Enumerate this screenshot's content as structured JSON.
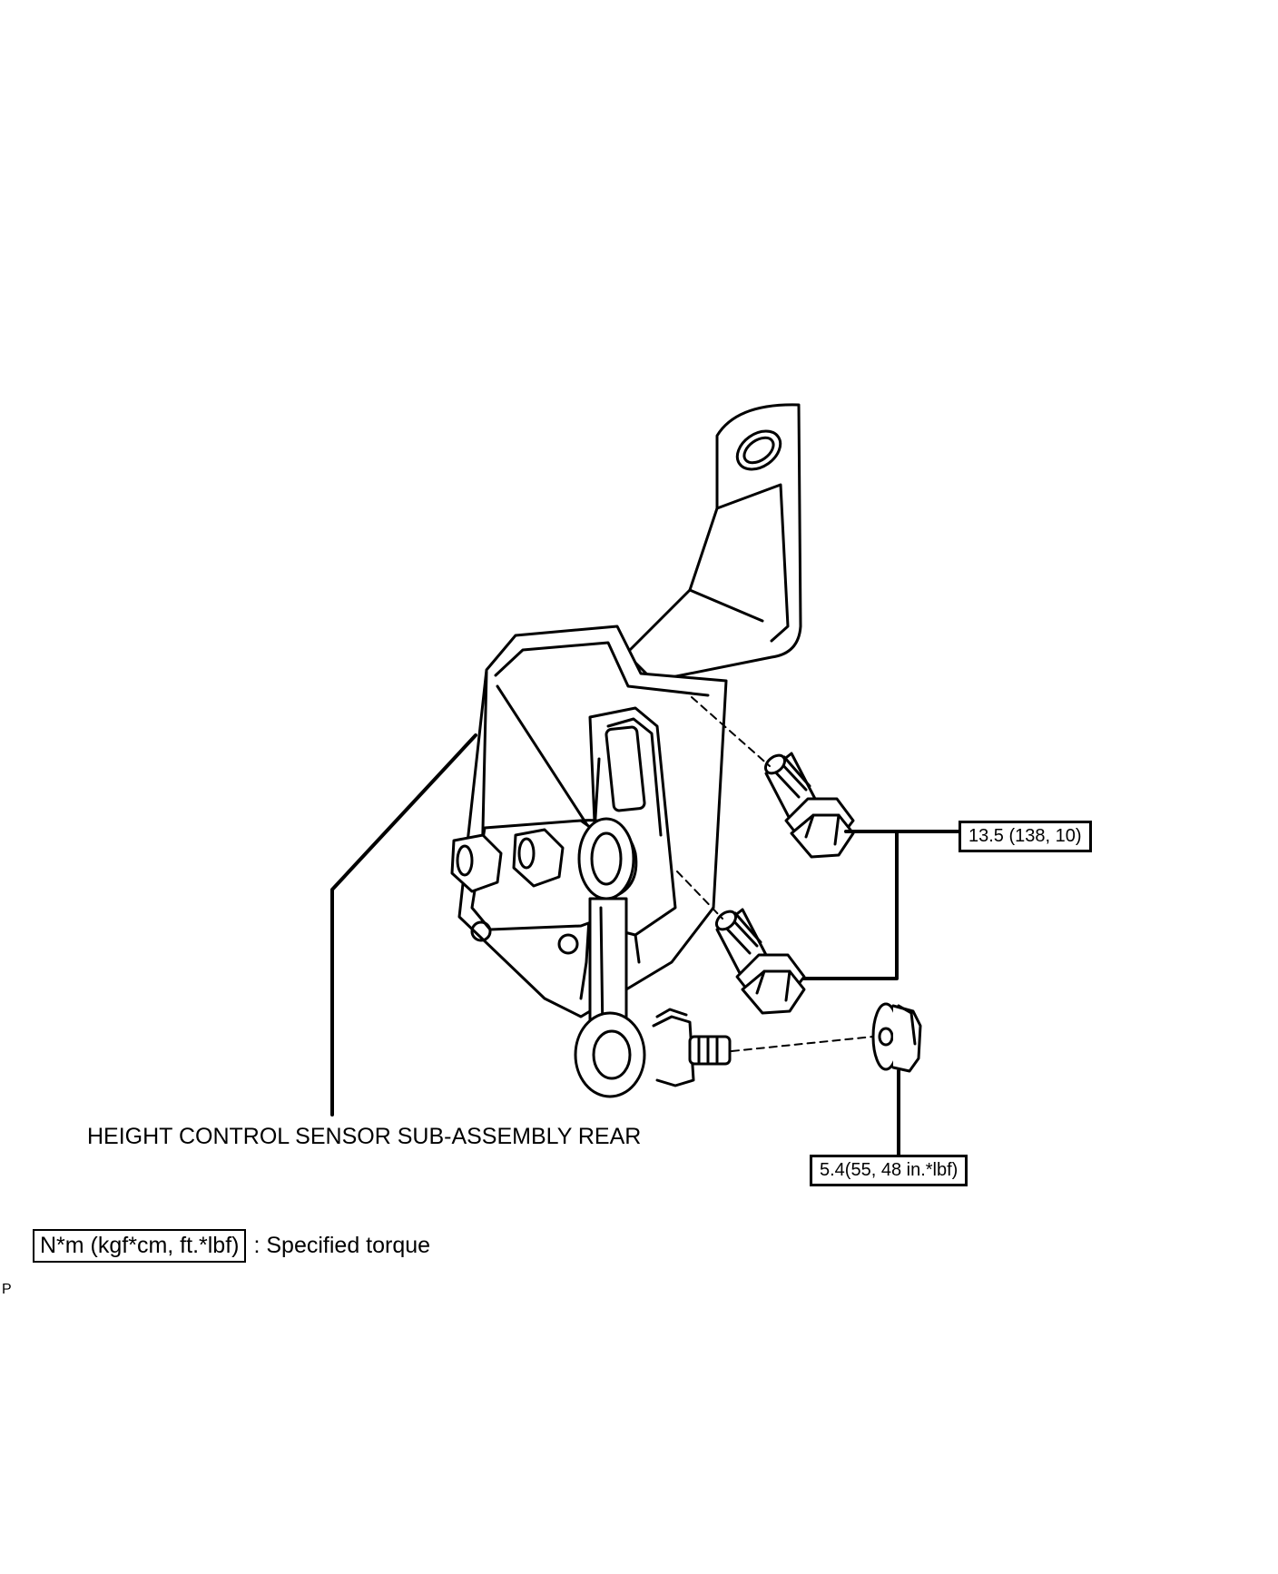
{
  "labels": {
    "part_name": "HEIGHT CONTROL SENSOR SUB-ASSEMBLY REAR",
    "torque_upper": "13.5 (138, 10)",
    "torque_lower": "5.4(55, 48 in.*lbf)",
    "corner_mark": "P"
  },
  "legend": {
    "unit_box": "N*m (kgf*cm, ft.*lbf)",
    "description": ": Specified torque"
  },
  "colors": {
    "line": "#000000",
    "background": "#ffffff"
  }
}
